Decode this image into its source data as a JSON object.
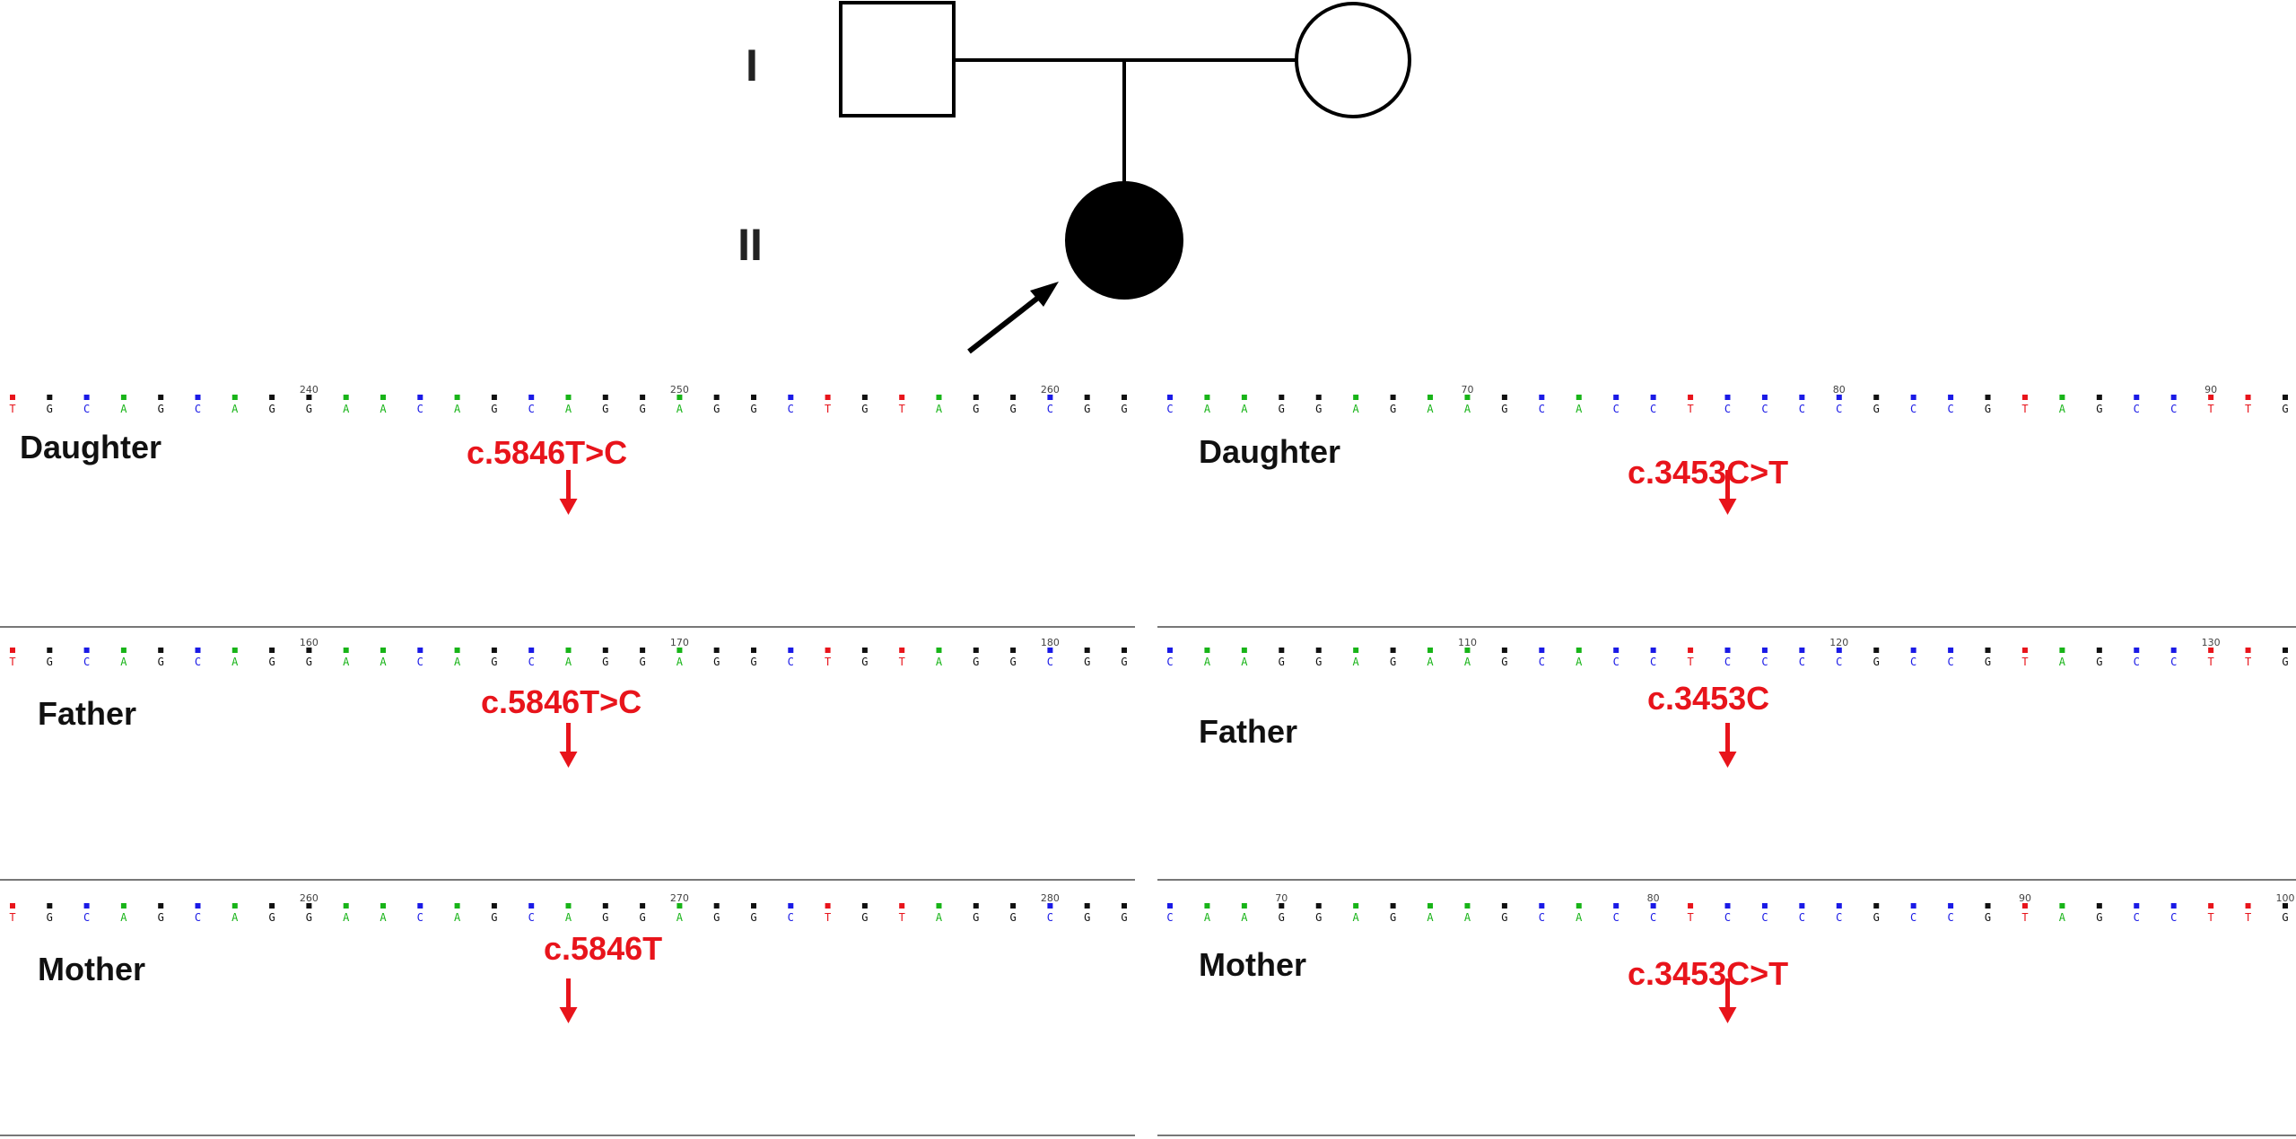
{
  "pedigree": {
    "generations": [
      "I",
      "II"
    ],
    "members": [
      {
        "id": "father",
        "generation": "I",
        "sex": "male",
        "affected": false
      },
      {
        "id": "mother",
        "generation": "I",
        "sex": "female",
        "affected": false
      },
      {
        "id": "daughter",
        "generation": "II",
        "sex": "female",
        "affected": true,
        "proband": true
      }
    ]
  },
  "chromatograms": {
    "left": [
      {
        "sample": "Daughter",
        "mutation": "c.5846T>C",
        "bases": "TGCAGCAGGAACAGCAGGAGGCTGTAGGCGG",
        "ticks": [
          "240",
          "250",
          "260"
        ],
        "variant_index": 15,
        "heterozygous": true
      },
      {
        "sample": "Father",
        "mutation": "c.5846T>C",
        "bases": "TGCAGCAGGAACAGCAGGAGGCTGTAGGCGG",
        "ticks": [
          "160",
          "170",
          "180"
        ],
        "variant_index": 15,
        "heterozygous": true
      },
      {
        "sample": "Mother",
        "mutation": "c.5846T",
        "bases": "TGCAGCAGGAACAGCAGGAGGCTGTAGGCGG",
        "ticks": [
          "260",
          "270",
          "280"
        ],
        "variant_index": 15,
        "heterozygous": false
      }
    ],
    "right": [
      {
        "sample": "Daughter",
        "mutation": "c.3453C>T",
        "bases": "CAAGGAGAAGCACCTCCCCGCCGTAGCCTTG",
        "ticks": [
          "70",
          "80",
          "90"
        ],
        "variant_index": 15,
        "heterozygous": true
      },
      {
        "sample": "Father",
        "mutation": "c.3453C",
        "bases": "CAAGGAGAAGCACCTCCCCGCCGTAGCCTTG",
        "ticks": [
          "110",
          "120",
          "130"
        ],
        "variant_index": 15,
        "heterozygous": false
      },
      {
        "sample": "Mother",
        "mutation": "c.3453C>T",
        "bases": "CAAGGAGAAGCACCTCCCCGCCGTAGCCTTG",
        "ticks": [
          "70",
          "80",
          "90",
          "100"
        ],
        "variant_index": 15,
        "heterozygous": true
      }
    ]
  },
  "colors": {
    "A": "#18b418",
    "C": "#1a1ae6",
    "G": "#111111",
    "T": "#e8141b",
    "mutation": "#e8141b"
  }
}
